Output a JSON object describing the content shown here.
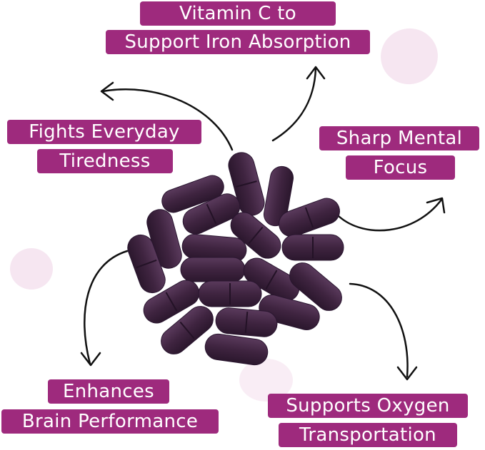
{
  "labels": {
    "vitamin_c": {
      "line1": "Vitamin C to",
      "line2": "Support Iron Absorption"
    },
    "tiredness": {
      "line1": "Fights Everyday",
      "line2": "Tiredness"
    },
    "focus": {
      "line1": "Sharp Mental",
      "line2": "Focus"
    },
    "brain": {
      "line1": "Enhances",
      "line2": "Brain Performance"
    },
    "oxygen": {
      "line1": "Supports Oxygen",
      "line2": "Transportation"
    }
  },
  "colors": {
    "label_bg": "#9e2a7d",
    "label_text": "#ffffff",
    "tablet": "#3f2440",
    "blob": "#f6e6f1",
    "arrow": "#111111"
  },
  "icons": [
    "arrow-icon",
    "tablet-icon"
  ]
}
